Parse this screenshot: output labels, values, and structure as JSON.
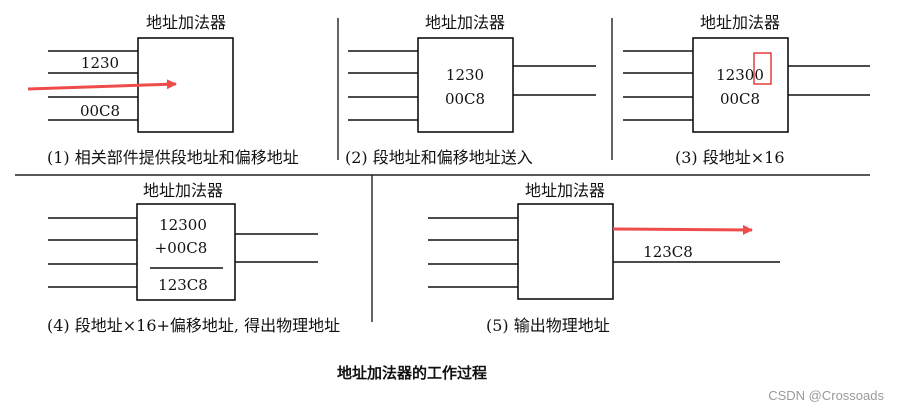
{
  "caption": "地址加法器的工作过程",
  "watermark": "CSDN @Crossoads",
  "colors": {
    "arrow": "#ef4b4b",
    "highlight": "#e02020",
    "ink": "#111111"
  },
  "panels": [
    {
      "id": 1,
      "title": "地址加法器",
      "label": "(1) 相关部件提供段地址和偏移地址",
      "input_top": "1230",
      "input_bottom": "00C8"
    },
    {
      "id": 2,
      "title": "地址加法器",
      "label": "(2) 段地址和偏移地址送入",
      "line1": "1230",
      "line2": "00C8"
    },
    {
      "id": 3,
      "title": "地址加法器",
      "label": "(3) 段地址×16",
      "line1": "12300",
      "line2": "00C8"
    },
    {
      "id": 4,
      "title": "地址加法器",
      "label": "(4) 段地址×16+偏移地址, 得出物理地址",
      "line1": "12300",
      "line2": "+00C8",
      "line3": "123C8"
    },
    {
      "id": 5,
      "title": "地址加法器",
      "label": "(5) 输出物理地址",
      "output": "123C8"
    }
  ]
}
